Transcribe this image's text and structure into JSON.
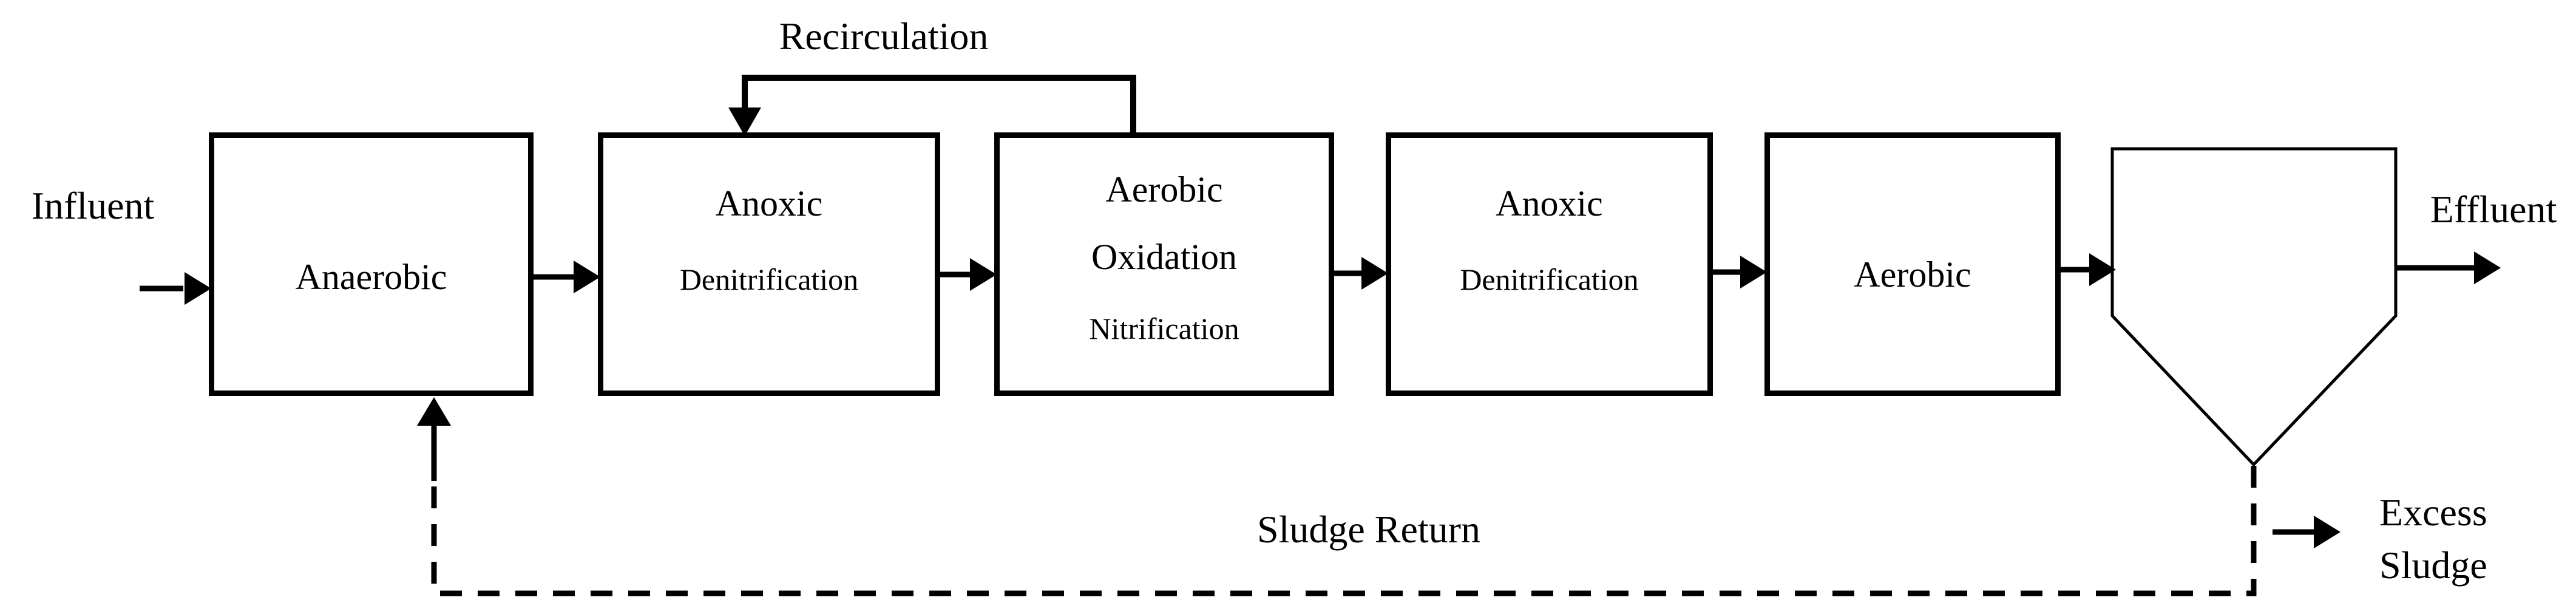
{
  "diagram": {
    "background": "#ffffff",
    "line_color": "#000000",
    "external_labels": {
      "influent": "Influent",
      "recirculation": "Recirculation",
      "effluent": "Effluent",
      "sludge_return": "Sludge Return",
      "excess_sludge": {
        "line1": "Excess",
        "line2": "Sludge"
      }
    },
    "nodes": {
      "anaerobic": {
        "label": "Anaerobic"
      },
      "anoxic_1": {
        "label": "Anoxic",
        "sublabel": "Denitrification"
      },
      "aerobic_oxidation": {
        "line1": "Aerobic",
        "line2": "Oxidation",
        "line3": "Nitrification"
      },
      "anoxic_2": {
        "label": "Anoxic",
        "sublabel": "Denitrification"
      },
      "aerobic": {
        "label": "Aerobic"
      }
    }
  }
}
